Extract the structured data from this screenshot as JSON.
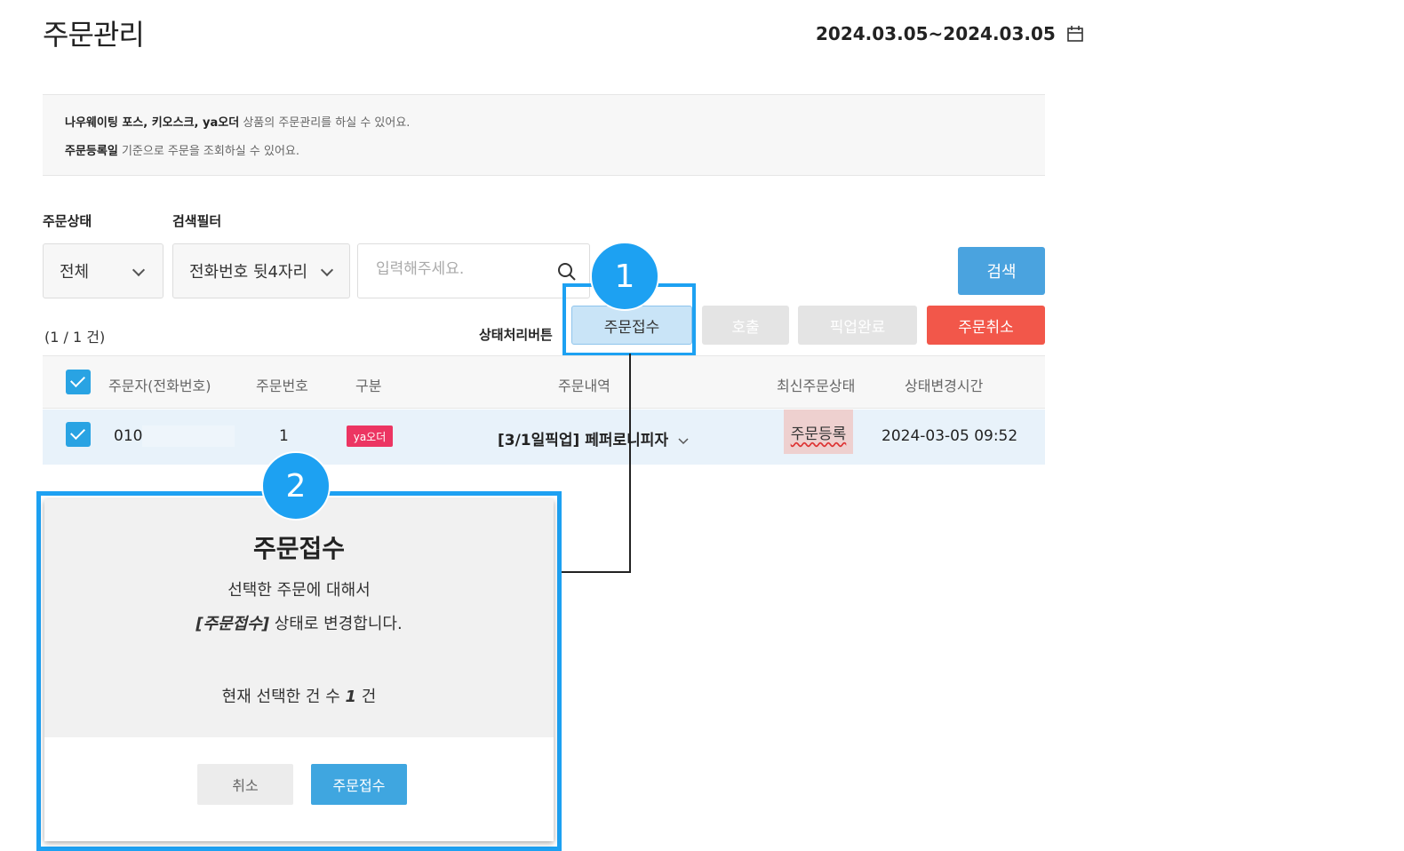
{
  "header": {
    "title": "주문관리",
    "date_range": "2024.03.05~2024.03.05"
  },
  "notice": {
    "line1_bold": "나우웨이팅 포스, 키오스크, ya오더",
    "line1_rest": " 상품의 주문관리를 하실 수 있어요.",
    "line2_bold": "주문등록일",
    "line2_rest": " 기준으로 주문을 조회하실 수 있어요."
  },
  "filters": {
    "status_label": "주문상태",
    "status_value": "전체",
    "filter_label": "검색필터",
    "filter_value": "전화번호 뒷4자리",
    "search_placeholder": "입력해주세요.",
    "search_button": "검색"
  },
  "toolbar": {
    "count": "(1 / 1 건)",
    "status_label": "상태처리버튼",
    "accept": "주문접수",
    "call": "호출",
    "pickup": "픽업완료",
    "cancel": "주문취소"
  },
  "table": {
    "headers": [
      "주문자(전화번호)",
      "주문번호",
      "구분",
      "주문내역",
      "최신주문상태",
      "상태변경시간"
    ],
    "rows": [
      {
        "phone": "010",
        "order_no": "1",
        "type": "ya오더",
        "detail": "[3/1일픽업] 페퍼로니피자",
        "status": "주문등록",
        "time": "2024-03-05 09:52"
      }
    ]
  },
  "callouts": [
    "1",
    "2"
  ],
  "modal": {
    "title": "주문접수",
    "line1": "선택한 주문에 대해서",
    "line2_em": "[주문접수]",
    "line2_rest": " 상태로 변경합니다.",
    "line3_pre": "현재 선택한 건 수 ",
    "line3_num": "1",
    "line3_post": " 건",
    "cancel": "취소",
    "confirm": "주문접수"
  },
  "colors": {
    "accent": "#1da1f2",
    "search_button": "#4aa3df",
    "cancel_button": "#f2574a",
    "badge": "#ec3562"
  }
}
